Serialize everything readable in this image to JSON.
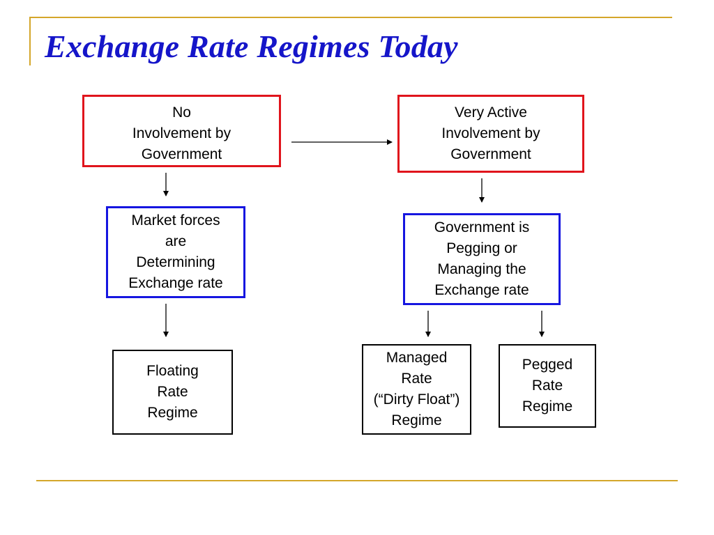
{
  "slide": {
    "title": "Exchange Rate Regimes Today",
    "accent_color": "#d4a62a",
    "title_color": "#1515c9"
  },
  "diagram": {
    "no_involvement": "No\nInvolvement by\nGovernment",
    "very_active": "Very Active\nInvolvement by\nGovernment",
    "market_forces": "Market forces\nare\nDetermining\nExchange rate",
    "government_pegging": "Government is\nPegging or\nManaging the\nExchange rate",
    "floating": "Floating\nRate\nRegime",
    "managed": "Managed\nRate\n(“Dirty Float”)\nRegime",
    "pegged": "Pegged\nRate\nRegime",
    "colors": {
      "top_boxes": "#e0141c",
      "middle_boxes": "#1616e0",
      "bottom_boxes": "#000000"
    }
  }
}
